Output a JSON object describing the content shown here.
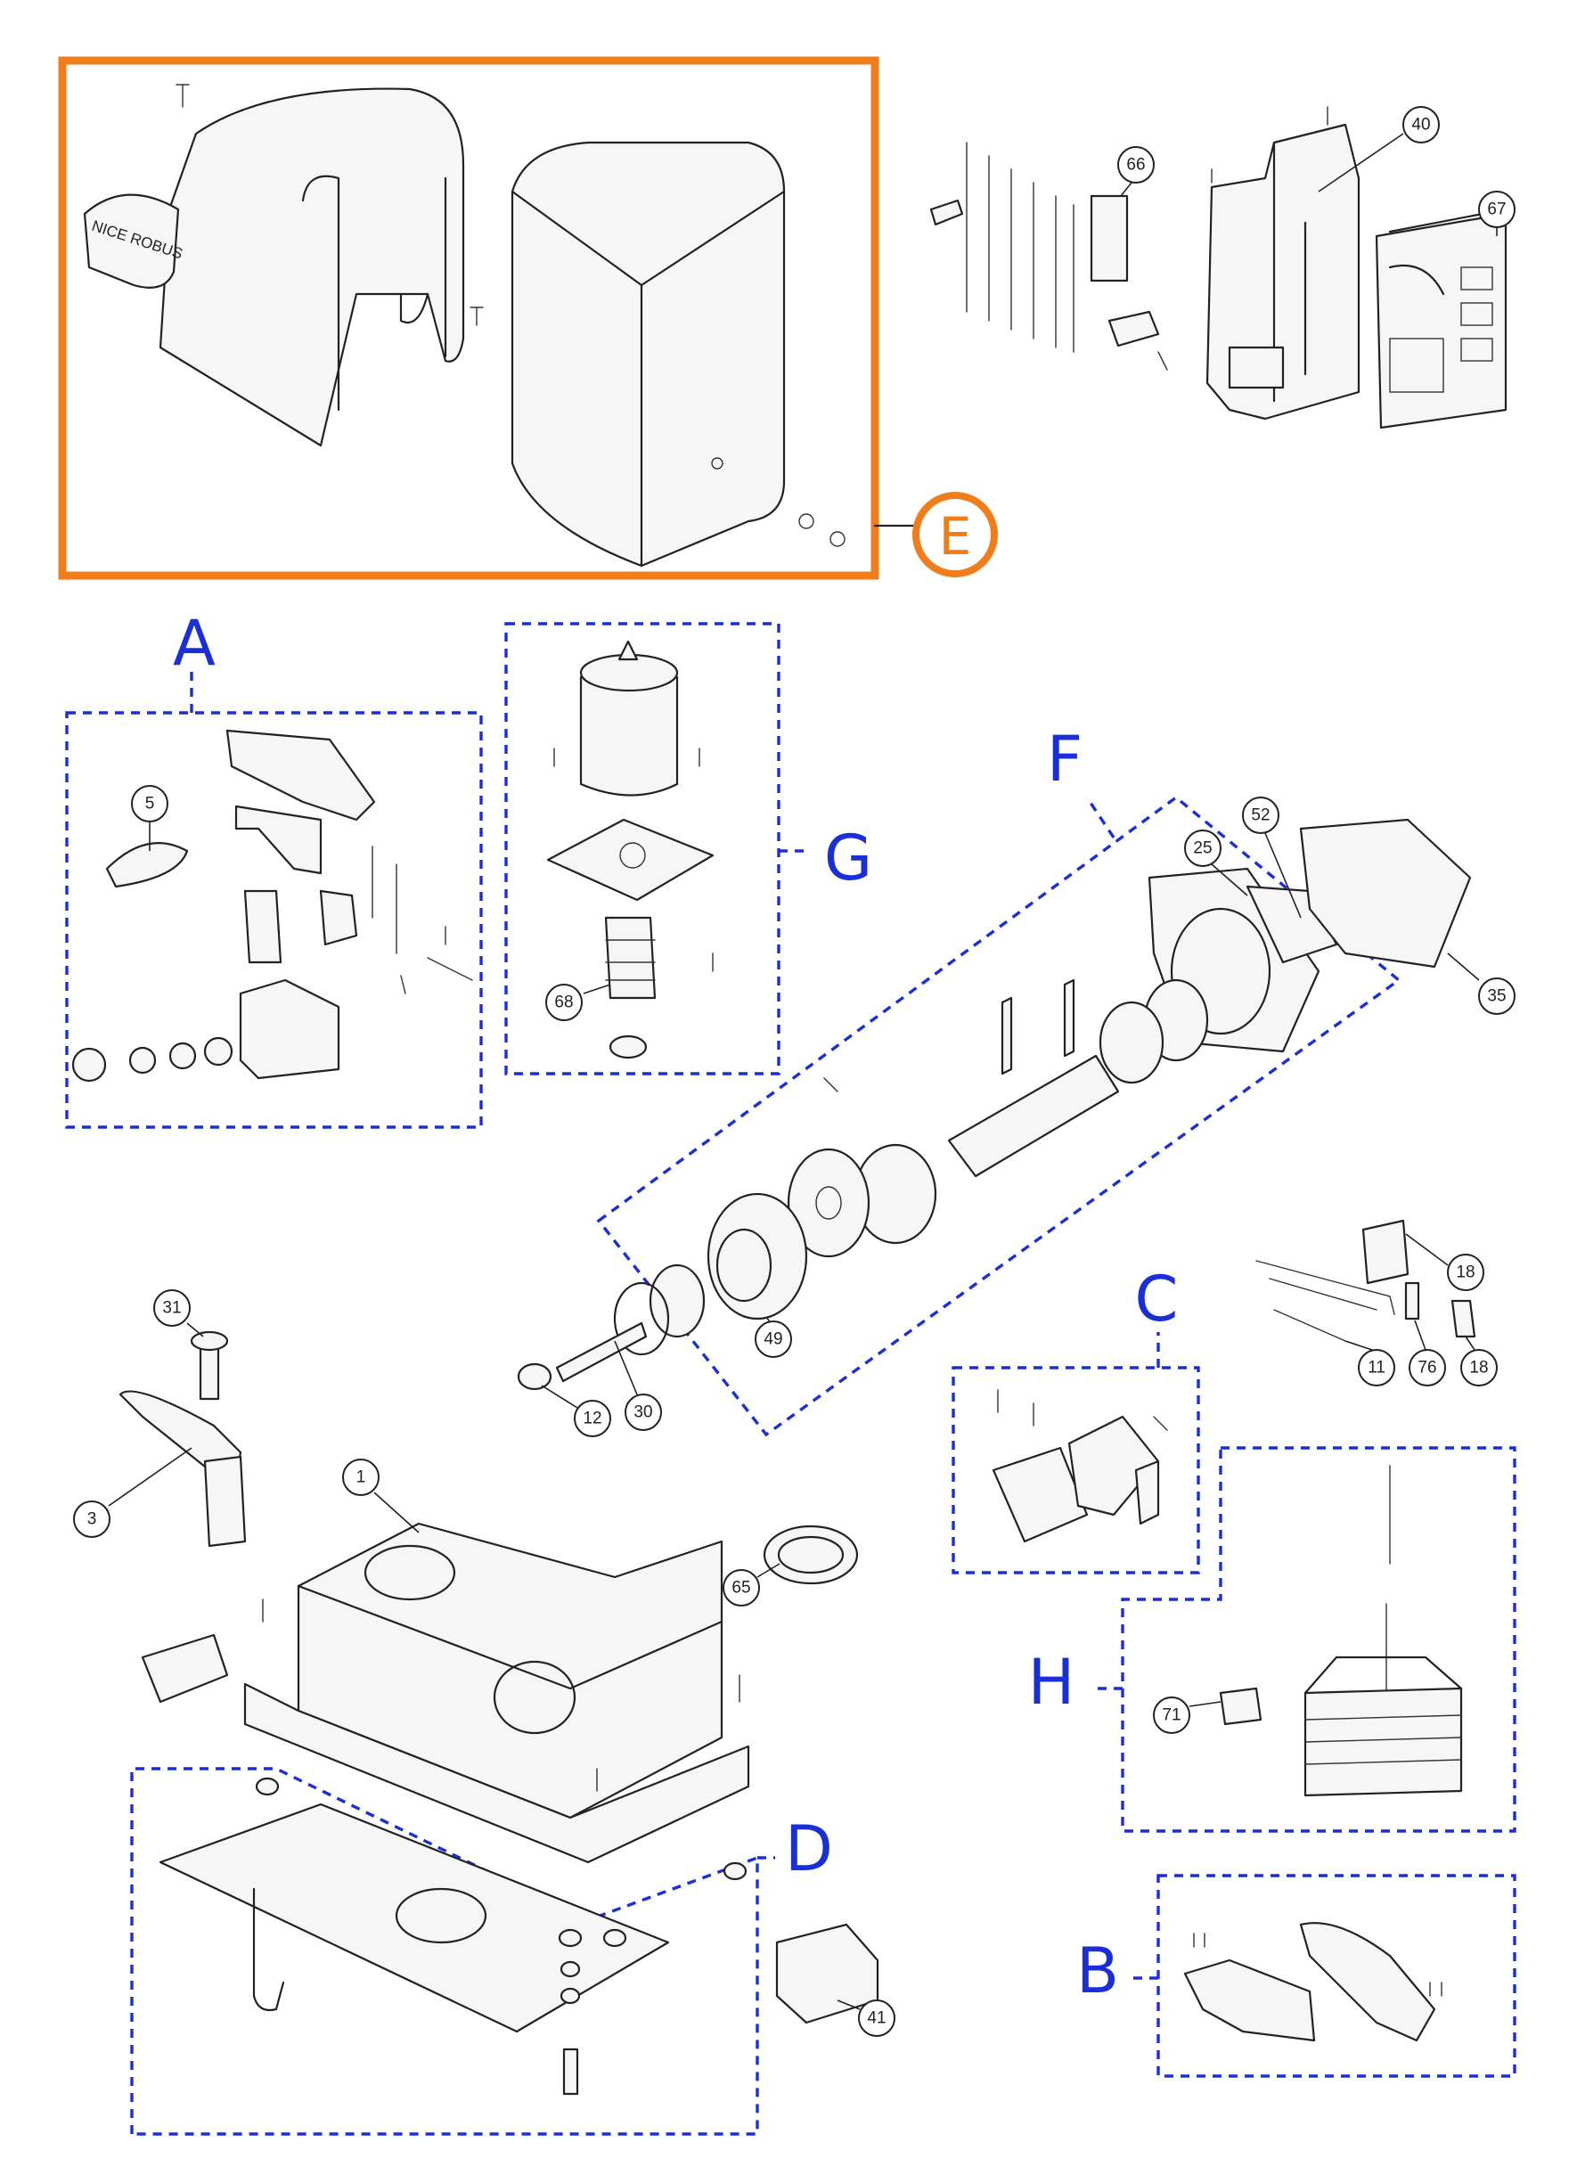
{
  "highlight": {
    "label": "E",
    "color": "#f07c1a"
  },
  "group_color": "#1a2fd6",
  "groups": [
    {
      "label": "A"
    },
    {
      "label": "B"
    },
    {
      "label": "C"
    },
    {
      "label": "D"
    },
    {
      "label": "F"
    },
    {
      "label": "G"
    },
    {
      "label": "H"
    }
  ],
  "brand_text": "NICE ROBUS",
  "callouts": [
    {
      "id": "66",
      "label": "66"
    },
    {
      "id": "40",
      "label": "40"
    },
    {
      "id": "67",
      "label": "67"
    },
    {
      "id": "5",
      "label": "5"
    },
    {
      "id": "68",
      "label": "68"
    },
    {
      "id": "25",
      "label": "25"
    },
    {
      "id": "52",
      "label": "52"
    },
    {
      "id": "35",
      "label": "35"
    },
    {
      "id": "18a",
      "label": "18"
    },
    {
      "id": "18b",
      "label": "18"
    },
    {
      "id": "11",
      "label": "11"
    },
    {
      "id": "76",
      "label": "76"
    },
    {
      "id": "49",
      "label": "49"
    },
    {
      "id": "12",
      "label": "12"
    },
    {
      "id": "30",
      "label": "30"
    },
    {
      "id": "31",
      "label": "31"
    },
    {
      "id": "3",
      "label": "3"
    },
    {
      "id": "1",
      "label": "1"
    },
    {
      "id": "65",
      "label": "65"
    },
    {
      "id": "71",
      "label": "71"
    },
    {
      "id": "41",
      "label": "41"
    }
  ]
}
